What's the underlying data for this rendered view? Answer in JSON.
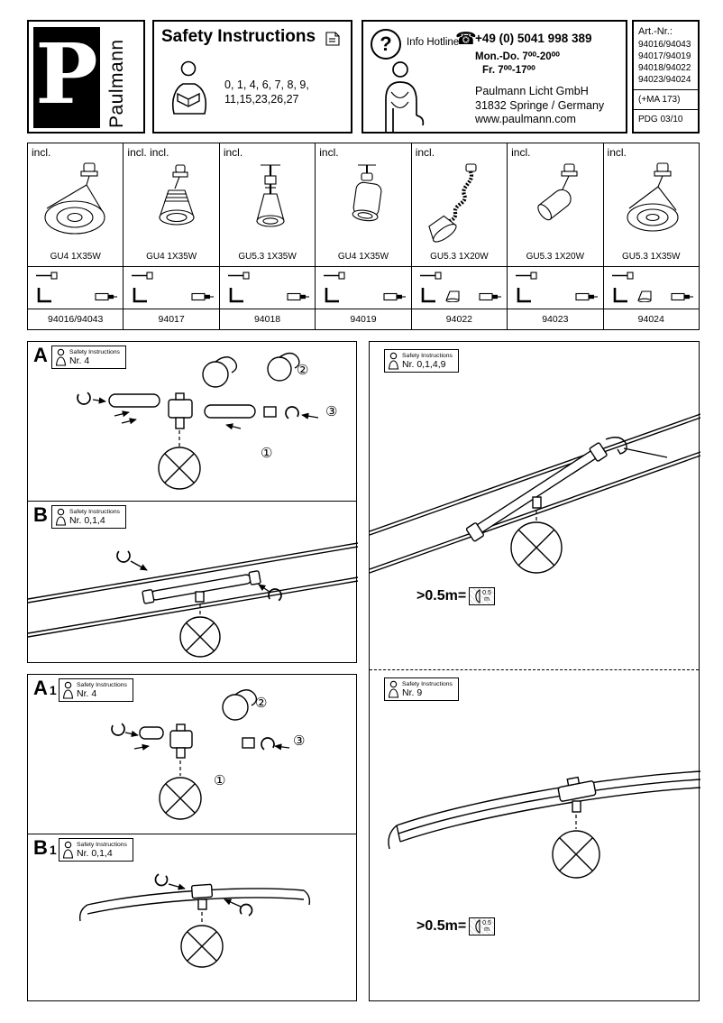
{
  "header": {
    "logo": {
      "letter": "P",
      "brand": "Paulmann"
    },
    "safety": {
      "title": "Safety Instructions",
      "numbers1": "0, 1, 4, 6, 7, 8, 9,",
      "numbers2": "11,15,23,26,27"
    },
    "hotline": {
      "question_mark": "?",
      "label": "Info Hotline",
      "phone": "+49 (0) 5041 998 389",
      "hours_weekdays": "Mon.-Do. 7⁰⁰-20⁰⁰",
      "hours_friday": "Fr. 7⁰⁰-17⁰⁰",
      "company": "Paulmann Licht GmbH",
      "address": "31832 Springe / Germany",
      "website": "www.paulmann.com"
    },
    "artnr": {
      "label": "Art.-Nr.:",
      "line1": "94016/94043",
      "line2": "94017/94019",
      "line3": "94018/94022",
      "line4": "94023/94024",
      "ma": "(+MA 173)",
      "code": "PDG 03/10"
    }
  },
  "icons": {
    "phone": "☎"
  },
  "products": [
    {
      "incl": "incl.",
      "spec": "GU4 1X35W",
      "artnr": "94016/94043"
    },
    {
      "incl": "incl. incl.",
      "spec": "GU4 1X35W",
      "artnr": "94017"
    },
    {
      "incl": "incl.",
      "spec": "GU5.3 1X35W",
      "artnr": "94018"
    },
    {
      "incl": "incl.",
      "spec": "GU4 1X35W",
      "artnr": "94019"
    },
    {
      "incl": "incl.",
      "spec": "GU5.3 1X20W",
      "artnr": "94022"
    },
    {
      "incl": "incl.",
      "spec": "GU5.3 1X20W",
      "artnr": "94023"
    },
    {
      "incl": "incl.",
      "spec": "GU5.3 1X35W",
      "artnr": "94024"
    }
  ],
  "sections": {
    "safety_title": "Safety Instructions",
    "a": {
      "label": "A",
      "nr": "Nr. 4",
      "s1": "①",
      "s2": "②",
      "s3": "③"
    },
    "b": {
      "label": "B",
      "nr": "Nr. 0,1,4"
    },
    "a1": {
      "label": "A",
      "sub": "1",
      "nr": "Nr. 4",
      "s1": "①",
      "s2": "②",
      "s3": "③"
    },
    "b1": {
      "label": "B",
      "sub": "1",
      "nr": "Nr. 0,1,4"
    },
    "right_top": {
      "nr": "Nr. 0,1,4,9",
      "distance": ">0.5m=",
      "icon_value": "0.5",
      "icon_unit": "m"
    },
    "right_bottom": {
      "nr": "Nr. 9",
      "distance": ">0.5m=",
      "icon_value": "0.5",
      "icon_unit": "m"
    }
  }
}
